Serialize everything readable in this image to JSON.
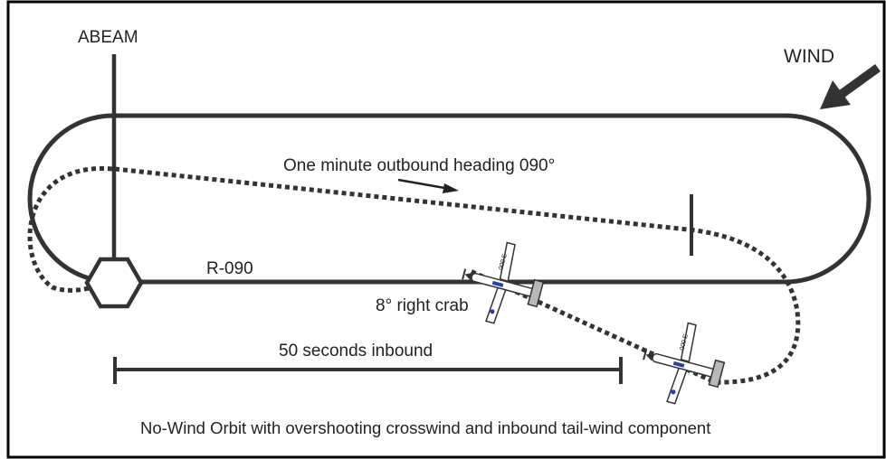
{
  "labels": {
    "abeam": "ABEAM",
    "wind": "WIND",
    "outbound": "One minute outbound heading 090°",
    "radial": "R-090",
    "crab": "8° right crab",
    "inbound": "50 seconds inbound",
    "caption": "No-Wind Orbit with overshooting crosswind and inbound tail-wind component"
  },
  "aircraft": {
    "registration": "000 E"
  },
  "colors": {
    "line": "#333333",
    "border": "#000000",
    "aircraft_body": "#ffffff",
    "aircraft_tail": "#b8b8b8",
    "aircraft_accent": "#2b3ea8"
  }
}
